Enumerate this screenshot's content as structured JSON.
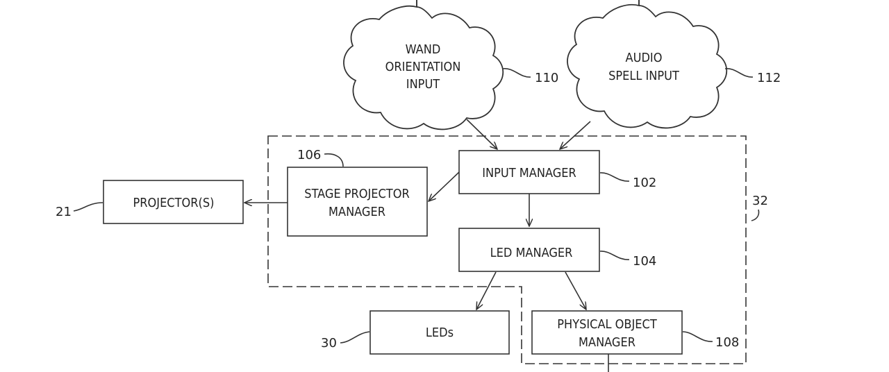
{
  "diagram": {
    "clouds": [
      {
        "id": "wand",
        "lines": [
          "WAND",
          "ORIENTATION",
          "INPUT"
        ],
        "ref": "110"
      },
      {
        "id": "audio",
        "lines": [
          "AUDIO",
          "SPELL INPUT"
        ],
        "ref": "112"
      }
    ],
    "boxes": [
      {
        "id": "input_manager",
        "lines": [
          "INPUT  MANAGER"
        ],
        "ref": "102"
      },
      {
        "id": "stage_projector_manager",
        "lines": [
          "STAGE  PROJECTOR",
          "MANAGER"
        ],
        "ref": "106"
      },
      {
        "id": "projectors",
        "lines": [
          "PROJECTOR(S)"
        ],
        "ref": "21"
      },
      {
        "id": "led_manager",
        "lines": [
          "LED  MANAGER"
        ],
        "ref": "104"
      },
      {
        "id": "leds",
        "lines": [
          "LEDs"
        ],
        "ref": "30"
      },
      {
        "id": "physical_object_manager",
        "lines": [
          "PHYSICAL  OBJECT",
          "MANAGER"
        ],
        "ref": "108"
      }
    ],
    "container_ref": "32"
  }
}
